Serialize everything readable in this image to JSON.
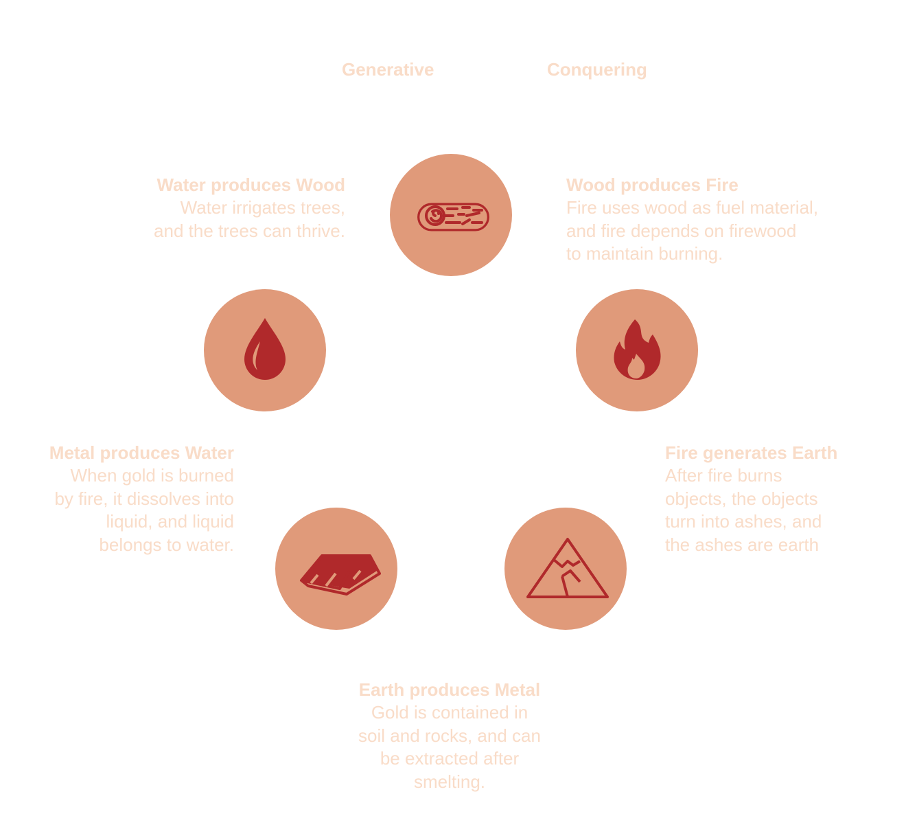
{
  "headers": {
    "generative": "Generative",
    "conquering": "Conquering"
  },
  "colors": {
    "circle": "#e09a7a",
    "icon": "#b0292b",
    "text": "#f9dcc8"
  },
  "elements": [
    {
      "icon": "log-icon",
      "title": "Wood produces Fire",
      "body": "Fire uses wood as fuel material,\nand fire depends on firewood\nto maintain burning."
    },
    {
      "icon": "fire-icon",
      "title": "Fire generates Earth",
      "body": "After fire burns\nobjects, the objects\nturn into ashes, and\nthe ashes are earth"
    },
    {
      "icon": "mountain-icon",
      "title": "Earth produces Metal",
      "body": "Gold is contained in\nsoil and rocks, and can\nbe extracted after\nsmelting."
    },
    {
      "icon": "gold-bar-icon",
      "title": "Metal produces Water",
      "body": "When gold is burned\nby fire, it dissolves into\nliquid, and liquid\nbelongs to water."
    },
    {
      "icon": "water-drop-icon",
      "title": "Water produces Wood",
      "body": "Water irrigates trees,\nand the trees can thrive."
    }
  ]
}
